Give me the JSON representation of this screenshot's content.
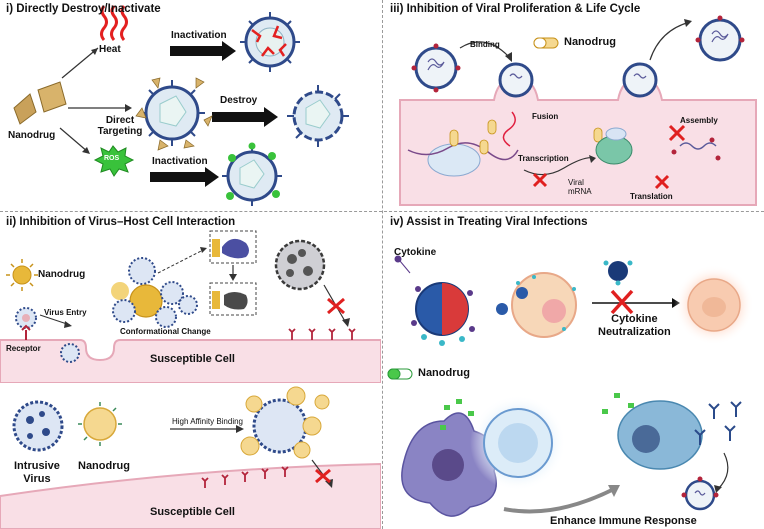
{
  "panel1": {
    "title": "i) Directly Destroy/Inactivate",
    "nanodrug": "Nanodrug",
    "heat": "Heat",
    "direct_targeting": "Direct\nTargeting",
    "ros": "ROS",
    "inactivation_top": "Inactivation",
    "destroy": "Destroy",
    "inactivation_bottom": "Inactivation"
  },
  "panel2": {
    "title": "ii) Inhibition of Virus–Host Cell Interaction",
    "nanodrug": "Nanodrug",
    "virus_entry": "Virus Entry",
    "receptor": "Receptor",
    "conformational_change": "Conformational Change",
    "susceptible_cell": "Susceptible  Cell"
  },
  "panel2b": {
    "intrusive_virus": "Intrusive\nVirus",
    "nanodrug": "Nanodrug",
    "high_affinity": "High Affinity Binding",
    "susceptible_cell": "Susceptible  Cell"
  },
  "panel3": {
    "title": "iii) Inhibition of Viral Proliferation & Life Cycle",
    "binding": "Binding",
    "nanodrug": "Nanodrug",
    "fusion": "Fusion",
    "assembly": "Assembly",
    "transcription": "Transcription",
    "viral_mrna": "Viral\nmRNA",
    "translation": "Translation"
  },
  "panel4": {
    "title": "iv) Assist in Treating Viral Infections",
    "cytokine": "Cytokine",
    "cytokine_neutralization": "Cytokine\nNeutralization",
    "nanodrug": "Nanodrug",
    "enhance": "Enhance Immune Response"
  },
  "colors": {
    "virus_blue": "#2f4a8a",
    "heat_red": "#e32020",
    "ros_green": "#39c23b",
    "cell_pink": "#f9dfe6",
    "membrane": "#e6a8b8",
    "x_red": "#e02020",
    "nano_gold": "#e8b83a"
  }
}
